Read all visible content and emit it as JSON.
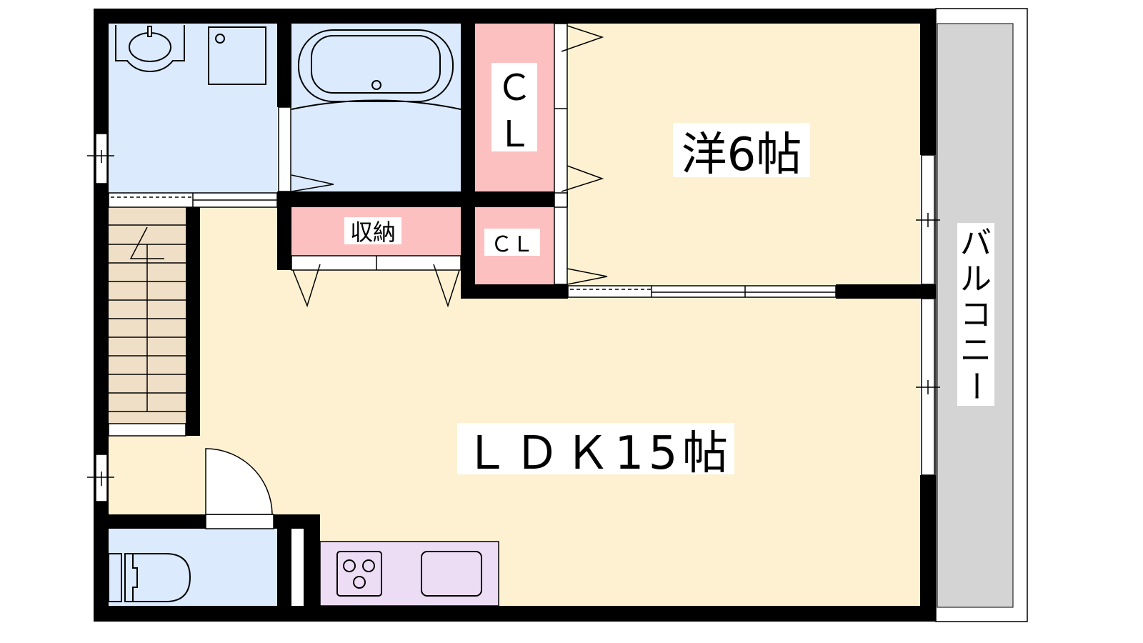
{
  "rooms": {
    "western_room": "洋6帖",
    "ldk": "ＬＤＫ15帖",
    "closet_large": [
      "Ｃ",
      "Ｌ"
    ],
    "closet_small": "ＣＬ",
    "storage": "収納",
    "balcony": [
      "バ",
      "ル",
      "コ",
      "ニ",
      "ー"
    ]
  },
  "colors": {
    "wet_area": "#dbeafd",
    "living": "#fdf1d2",
    "closet": "#fcc0c0",
    "stairs": "#efdfc7",
    "kitchen": "#ecdcf4",
    "balcony": "#d4d4d4",
    "wall": "#000000"
  }
}
